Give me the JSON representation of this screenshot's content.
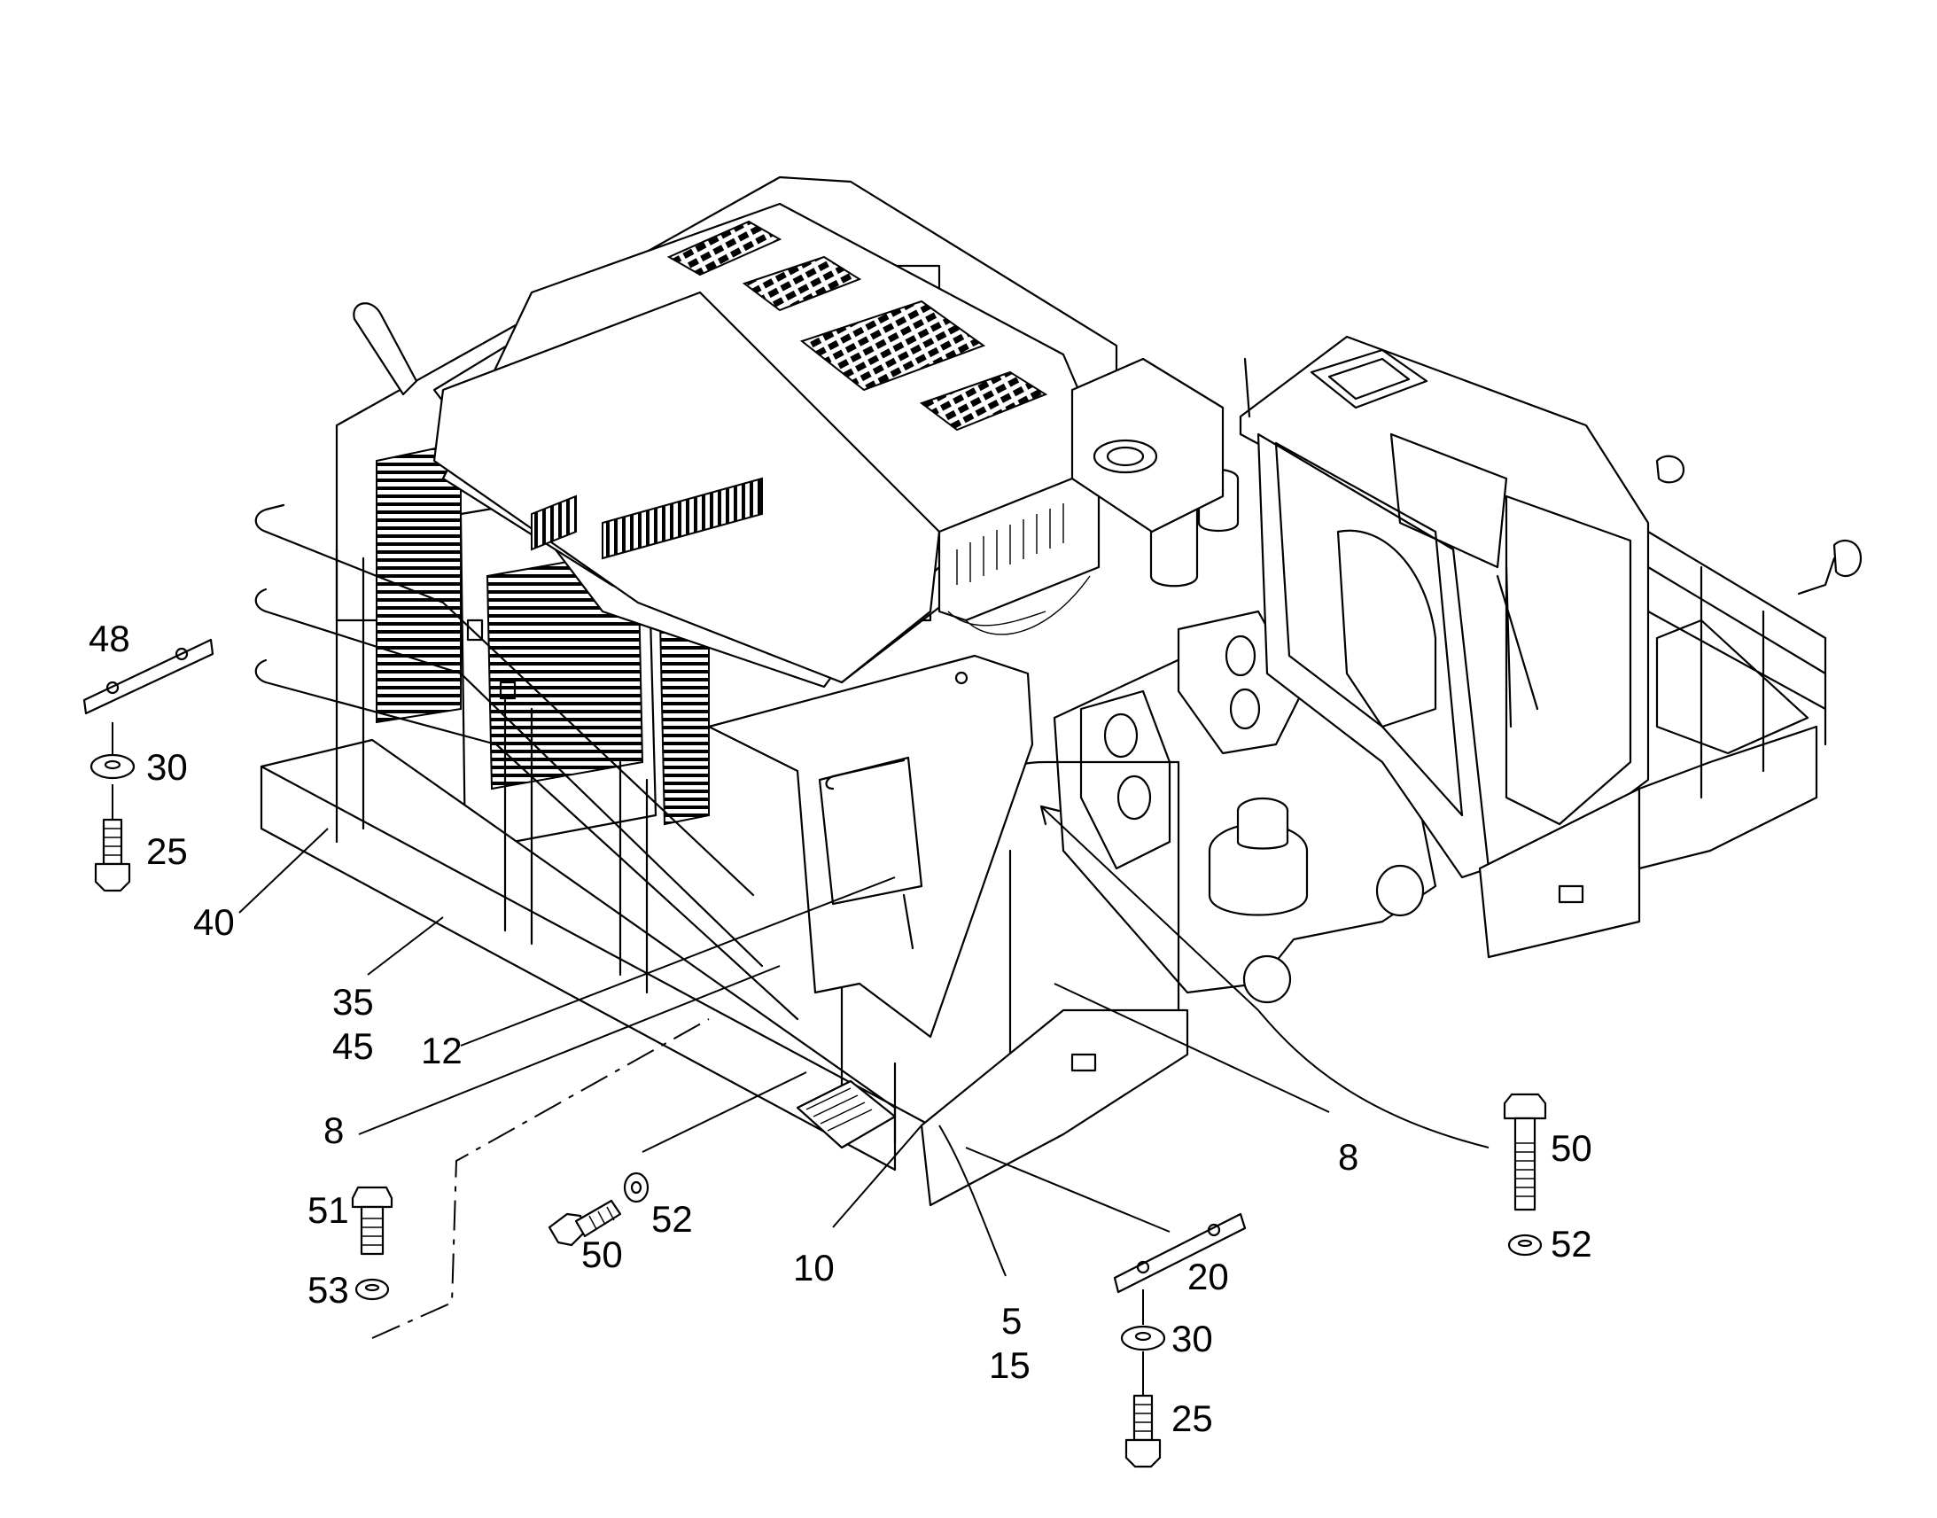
{
  "callouts": [
    {
      "id": "c48",
      "text": "48"
    },
    {
      "id": "c30a",
      "text": "30"
    },
    {
      "id": "c25a",
      "text": "25"
    },
    {
      "id": "c40",
      "text": "40"
    },
    {
      "id": "c35",
      "text": "35"
    },
    {
      "id": "c45",
      "text": "45"
    },
    {
      "id": "c12",
      "text": "12"
    },
    {
      "id": "c8a",
      "text": "8"
    },
    {
      "id": "c51",
      "text": "51"
    },
    {
      "id": "c53",
      "text": "53"
    },
    {
      "id": "c50a",
      "text": "50"
    },
    {
      "id": "c52a",
      "text": "52"
    },
    {
      "id": "c10",
      "text": "10"
    },
    {
      "id": "c5",
      "text": "5"
    },
    {
      "id": "c15",
      "text": "15"
    },
    {
      "id": "c20",
      "text": "20"
    },
    {
      "id": "c30b",
      "text": "30"
    },
    {
      "id": "c25b",
      "text": "25"
    },
    {
      "id": "c8b",
      "text": "8"
    },
    {
      "id": "c50b",
      "text": "50"
    },
    {
      "id": "c52b",
      "text": "52"
    }
  ]
}
